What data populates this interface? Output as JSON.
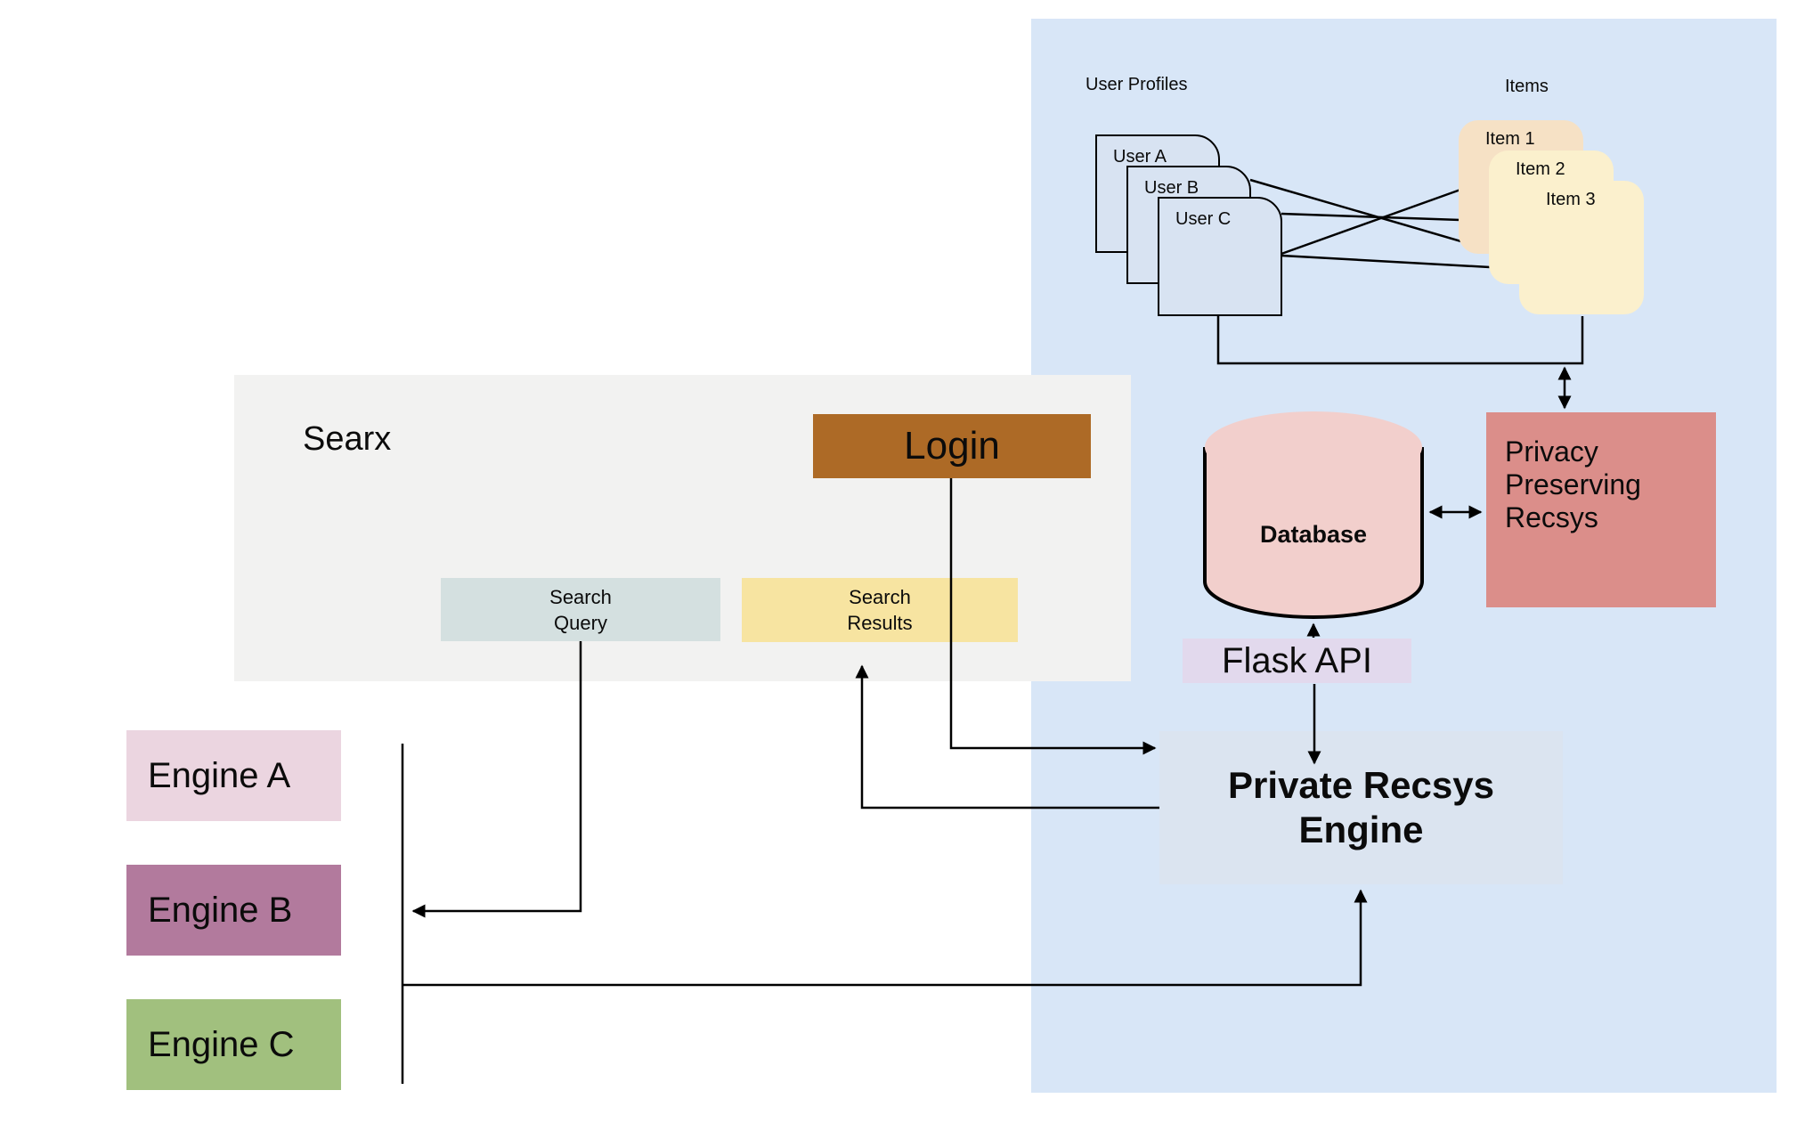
{
  "searx": {
    "title": "Searx"
  },
  "user_profiles": {
    "label": "User Profiles",
    "cards": [
      {
        "label": "User A"
      },
      {
        "label": "User B"
      },
      {
        "label": "User C"
      }
    ]
  },
  "items": {
    "label": "Items",
    "cards": [
      {
        "label": "Item 1"
      },
      {
        "label": "Item 2"
      },
      {
        "label": "Item 3"
      }
    ]
  },
  "login": {
    "label": "Login"
  },
  "search_query": {
    "line1": "Search",
    "line2": "Query"
  },
  "search_results": {
    "line1": "Search",
    "line2": "Results"
  },
  "engines": [
    {
      "label": "Engine A"
    },
    {
      "label": "Engine B"
    },
    {
      "label": "Engine C"
    }
  ],
  "database": {
    "label": "Database"
  },
  "privacy_recsys": {
    "line1": "Privacy",
    "line2": "Preserving",
    "line3": "Recsys"
  },
  "flask_api": {
    "label": "Flask API"
  },
  "private_recsys_engine": {
    "line1": "Private Recsys",
    "line2": "Engine"
  },
  "colors": {
    "private_area_bg": "#d8e6f7",
    "searx_bg": "#f2f2f1",
    "login": "#ad6a26",
    "search_query": "#d4e0e0",
    "search_results": "#f7e4a1",
    "user_card": "#d8e3f2",
    "item_card_1": "#f6e1c5",
    "item_card_2_3": "#fbf0cd",
    "database": "#f2cfcc",
    "privacy_recsys": "#db8e8a",
    "flask_api": "#e2d9ed",
    "private_recsys_engine": "#dbe4f0",
    "engine_a": "#ebd5e0",
    "engine_b": "#b27a9d",
    "engine_c": "#a1c07e",
    "line": "#000000"
  }
}
